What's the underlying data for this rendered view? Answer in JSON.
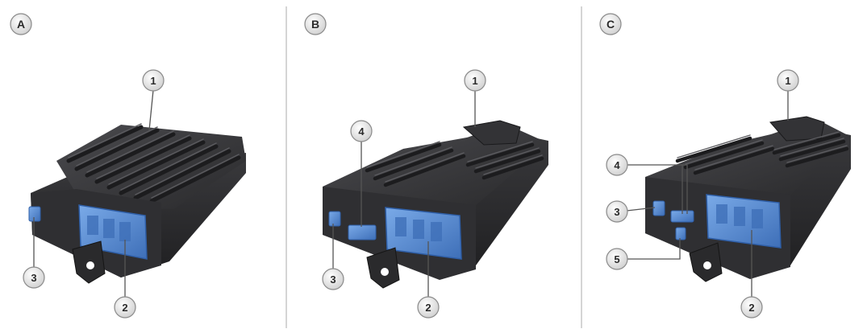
{
  "panels": [
    {
      "letter": "A",
      "callouts": {
        "c1": "1",
        "c2": "2",
        "c3": "3"
      }
    },
    {
      "letter": "B",
      "callouts": {
        "c1": "1",
        "c2": "2",
        "c3": "3",
        "c4": "4"
      }
    },
    {
      "letter": "C",
      "callouts": {
        "c1": "1",
        "c2": "2",
        "c3": "3",
        "c4": "4",
        "c5": "5"
      }
    }
  ],
  "colors": {
    "housing_dark": "#2b2b2d",
    "housing_mid": "#3d3d40",
    "housing_light": "#56565a",
    "connector_blue": "#5b8ed6",
    "connector_blue_dark": "#2f5fa8",
    "callout_fill": "#e6e6e6",
    "callout_stroke": "#8a8a8a",
    "leader_line": "#555555",
    "divider": "#b9b9b9"
  }
}
